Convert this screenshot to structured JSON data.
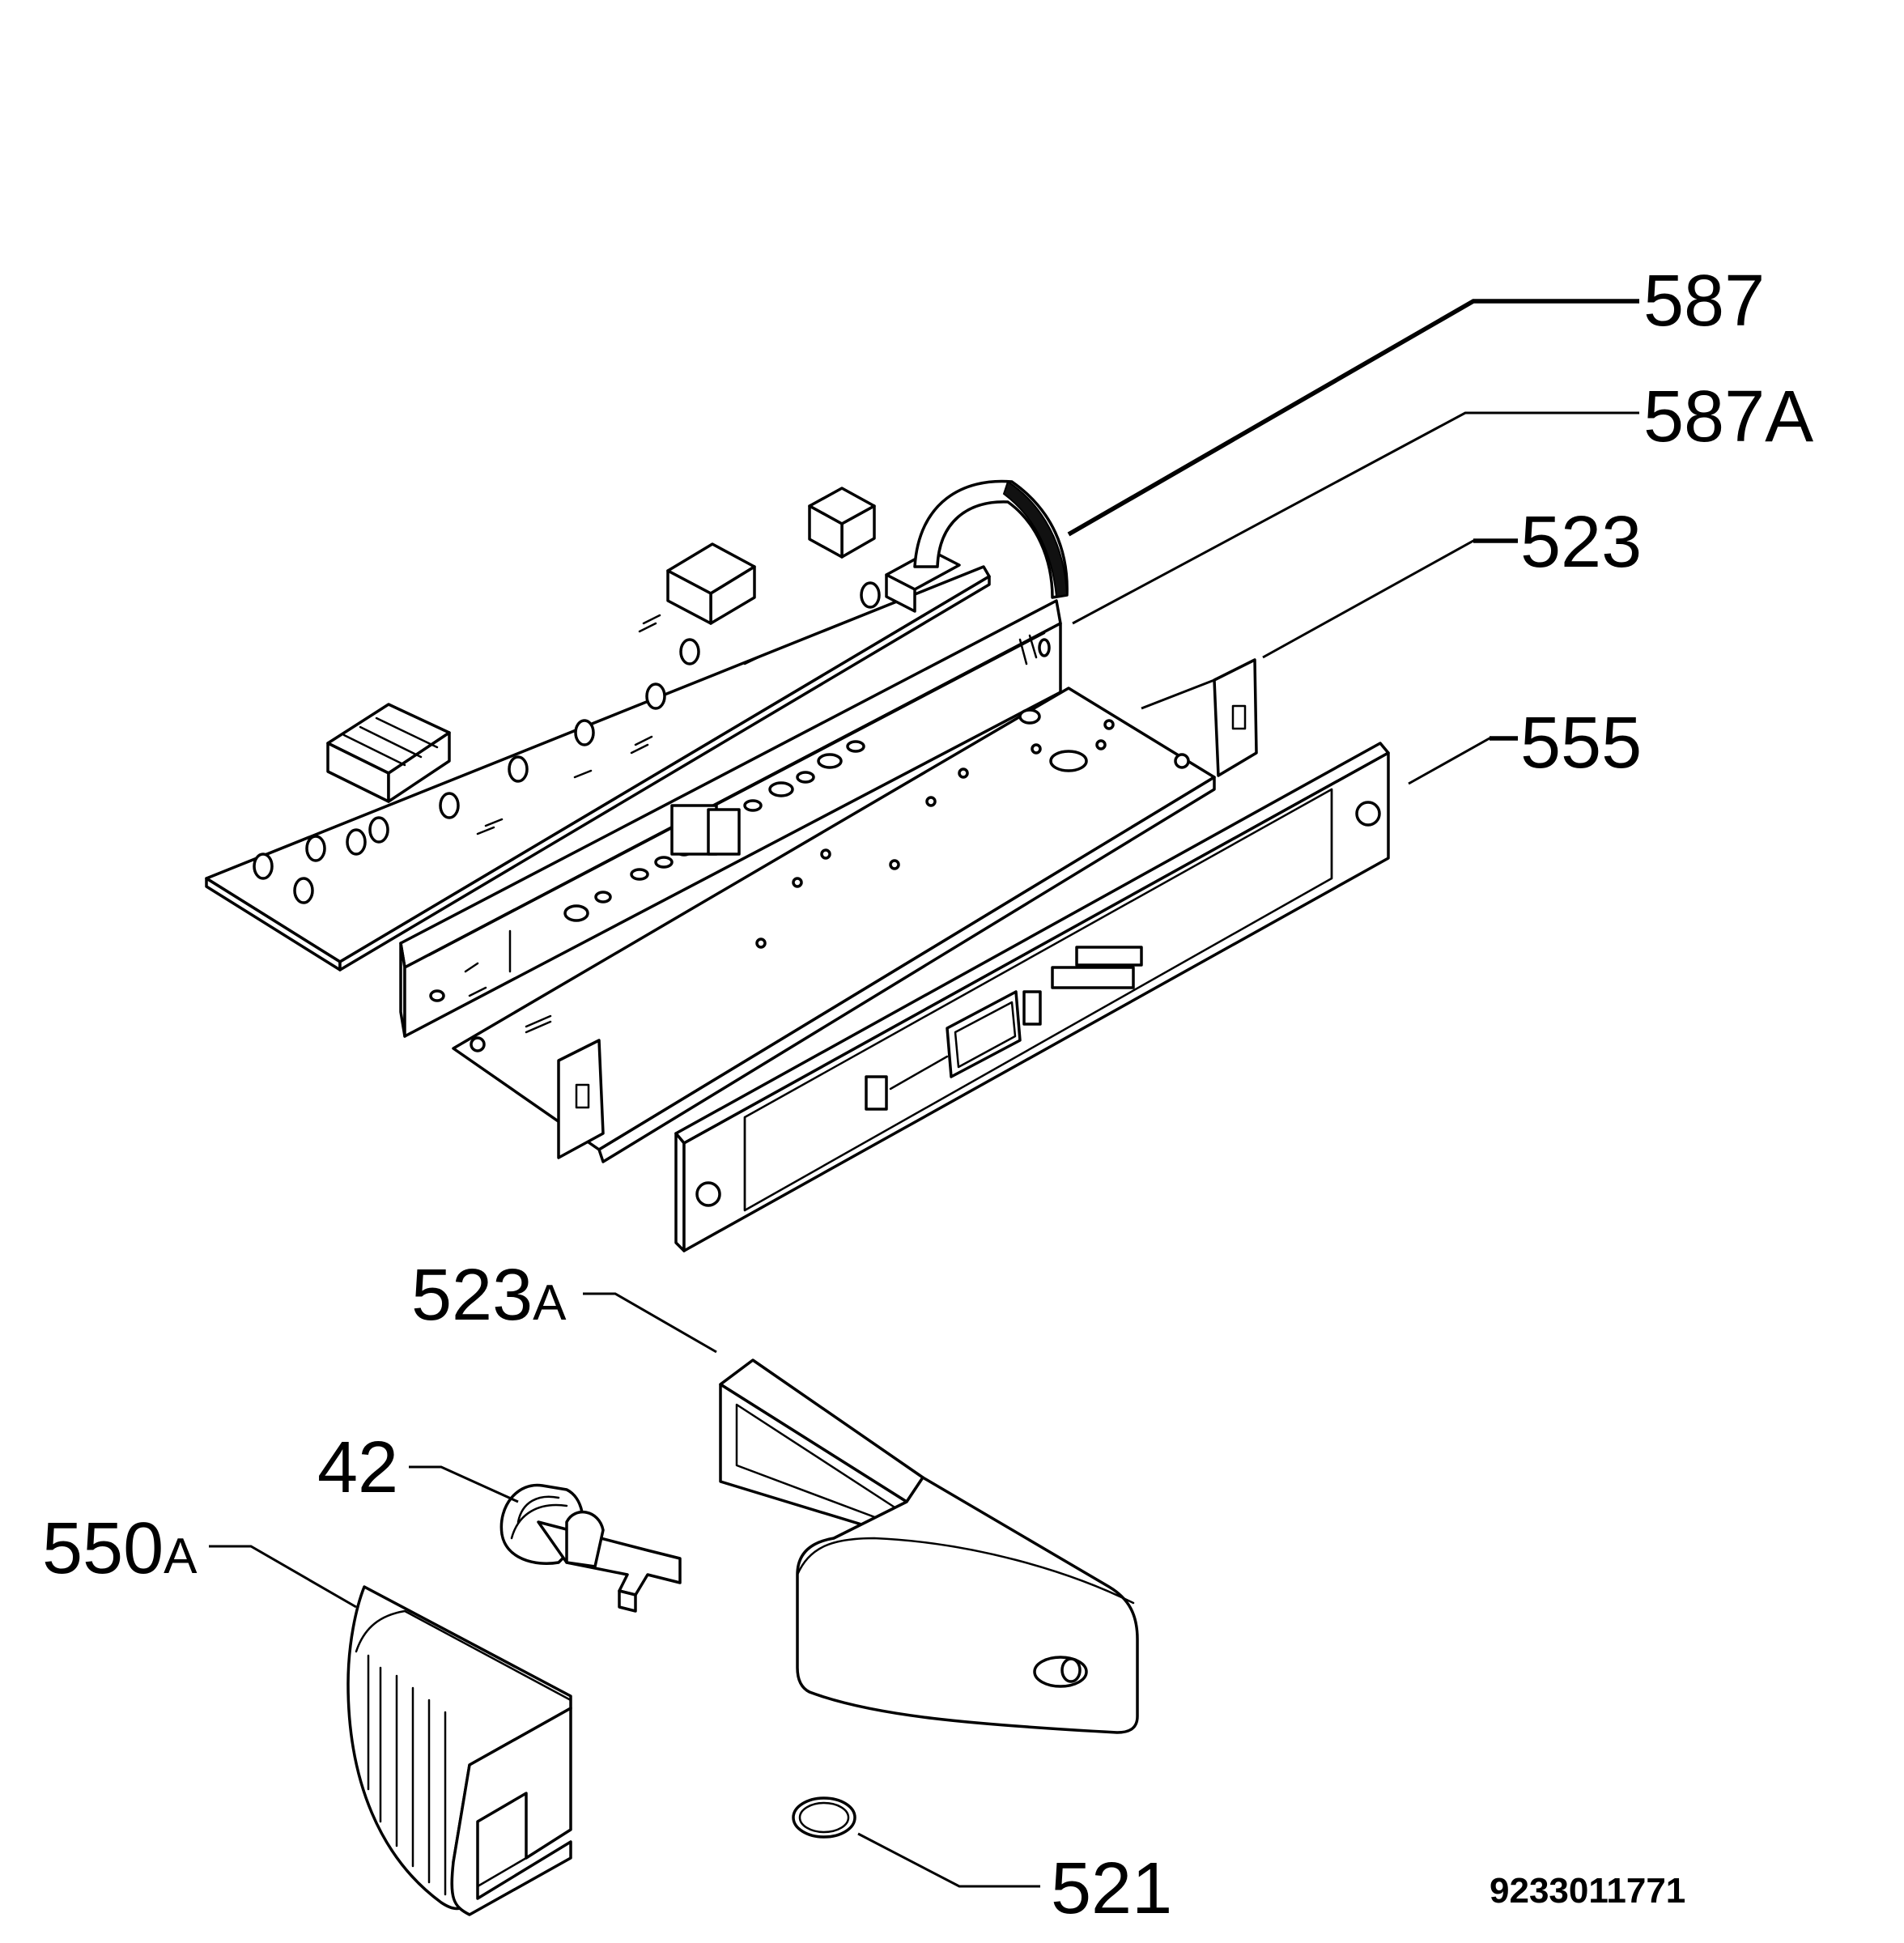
{
  "diagram": {
    "callouts": [
      {
        "id": "587",
        "number": "587",
        "suffix": ""
      },
      {
        "id": "587a",
        "number": "587",
        "suffix": "A"
      },
      {
        "id": "523",
        "number": "523",
        "suffix": ""
      },
      {
        "id": "555",
        "number": "555",
        "suffix": ""
      },
      {
        "id": "523a",
        "number": "523",
        "suffix": "A"
      },
      {
        "id": "42",
        "number": "42",
        "suffix": ""
      },
      {
        "id": "550a",
        "number": "550",
        "suffix": "A"
      },
      {
        "id": "521",
        "number": "521",
        "suffix": ""
      }
    ],
    "drawing_number": "9233011771"
  }
}
